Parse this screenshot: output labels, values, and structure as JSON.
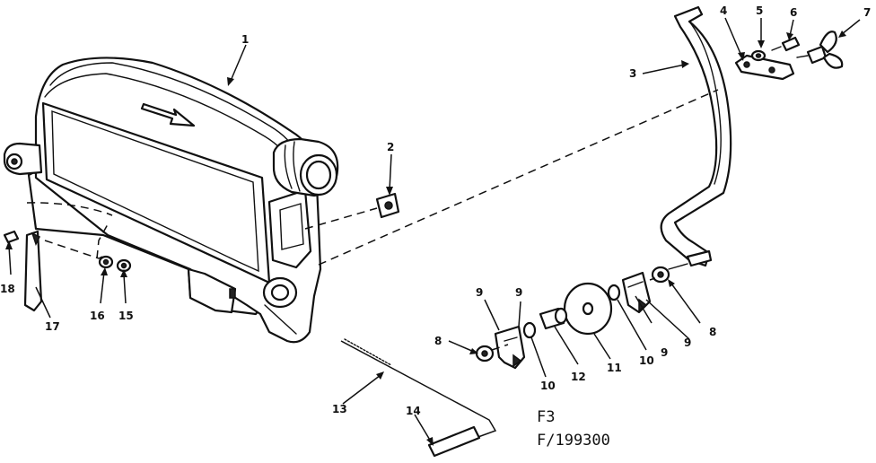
{
  "figure": {
    "ref_line_1": "F3",
    "ref_line_2": "F/199300"
  },
  "callouts": [
    {
      "id": "c1",
      "label": "1"
    },
    {
      "id": "c2",
      "label": "2"
    },
    {
      "id": "c3",
      "label": "3"
    },
    {
      "id": "c4",
      "label": "4"
    },
    {
      "id": "c5",
      "label": "5"
    },
    {
      "id": "c6",
      "label": "6"
    },
    {
      "id": "c7",
      "label": "7"
    },
    {
      "id": "c8a",
      "label": "8"
    },
    {
      "id": "c8b",
      "label": "8"
    },
    {
      "id": "c9a",
      "label": "9"
    },
    {
      "id": "c9b",
      "label": "9"
    },
    {
      "id": "c9c",
      "label": "9"
    },
    {
      "id": "c9d",
      "label": "9"
    },
    {
      "id": "c10a",
      "label": "10"
    },
    {
      "id": "c10b",
      "label": "10"
    },
    {
      "id": "c11",
      "label": "11"
    },
    {
      "id": "c12",
      "label": "12"
    },
    {
      "id": "c13",
      "label": "13"
    },
    {
      "id": "c14",
      "label": "14"
    },
    {
      "id": "c15",
      "label": "15"
    },
    {
      "id": "c16",
      "label": "16"
    },
    {
      "id": "c17",
      "label": "17"
    },
    {
      "id": "c18",
      "label": "18"
    }
  ]
}
